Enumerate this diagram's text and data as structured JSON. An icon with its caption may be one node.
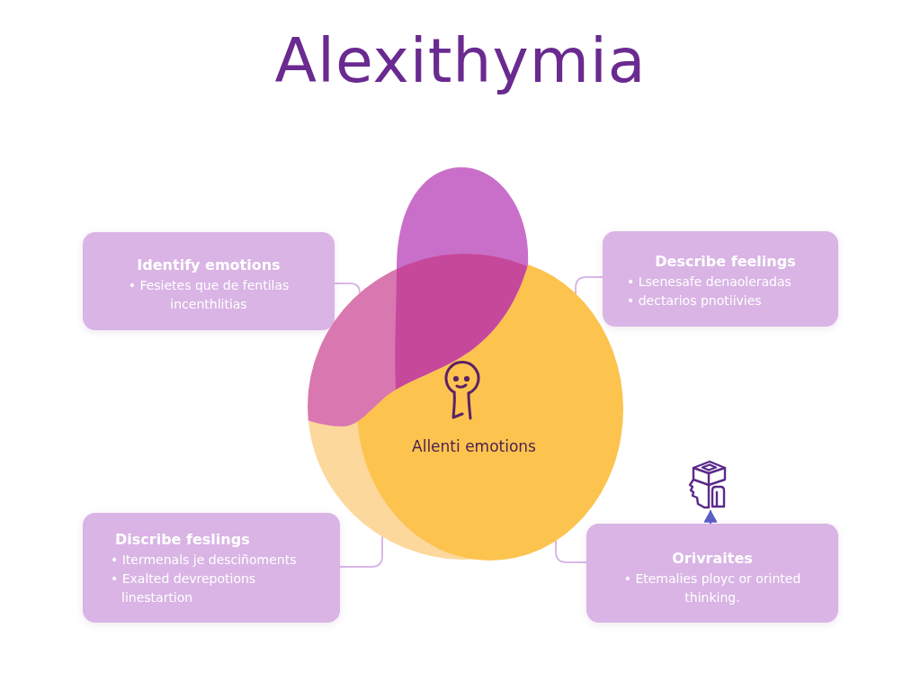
{
  "diagram": {
    "title": "Alexithymia",
    "nodes": [
      {
        "text": [
          "Identify emotions",
          "• Fesietes que de fentilas incenthlitias"
        ]
      },
      {
        "text": [
          "Allenti emotions"
        ]
      },
      {
        "text": [
          "Describe feelings",
          "• Lsenesafe denaoleradas",
          "• dectarios pnotiivies"
        ]
      },
      {
        "text": [
          "Discribe feslings",
          "• Itermenals je desciñoments",
          "• Exalted devrepotions linestartion"
        ]
      },
      {
        "text": [],
        "shape": "picture"
      },
      {
        "text": [
          "Orivraites",
          "• Etemalies ployc or orinted thinking."
        ]
      }
    ],
    "edges": [
      {
        "from": 0,
        "to": 1,
        "arrow": "none"
      },
      {
        "from": 2,
        "to": 1,
        "arrow": "none"
      },
      {
        "from": 3,
        "to": 1,
        "arrow": "none"
      },
      {
        "from": 5,
        "to": 1,
        "arrow": "none"
      },
      {
        "from": 5,
        "to": 4,
        "arrow": "to",
        "color": "#5b5fc7"
      }
    ]
  }
}
